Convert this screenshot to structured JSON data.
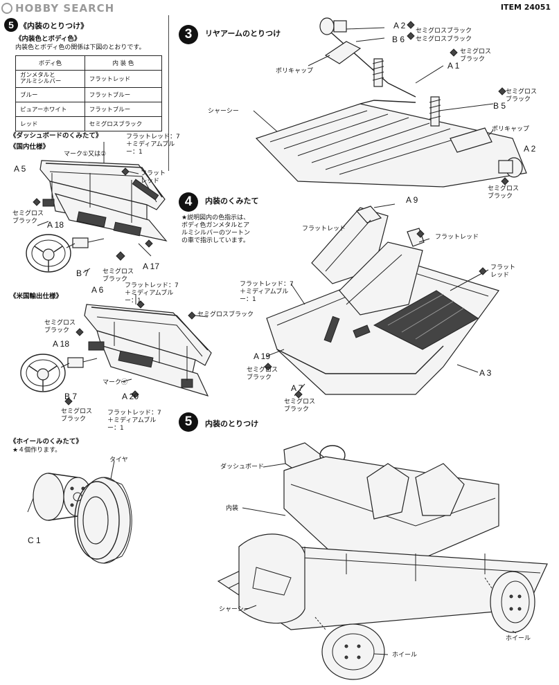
{
  "header": {
    "watermark": "HOBBY SEARCH",
    "item": "ITEM 24051"
  },
  "step5a": {
    "number": "5",
    "title": "《内装のとりつけ》",
    "color_heading": "《内装色とボディ色》",
    "color_note": "内装色とボディ色の関係は下図のとおりです。",
    "table": {
      "headers": [
        "ボディ色",
        "内 装 色"
      ],
      "rows": [
        [
          "ガンメタルと\nアルミシルバー",
          "フラットレッド"
        ],
        [
          "ブルー",
          "フラットブルー"
        ],
        [
          "ピュアーホワイト",
          "フラットブルー"
        ],
        [
          "レッド",
          "セミグロスブラック"
        ]
      ]
    }
  },
  "dash": {
    "heading": "《ダッシュボードのくみたて》",
    "domestic": "《国内仕様》",
    "us": "《米国輸出仕様》",
    "mark12": "マーク①又は②",
    "markA": "マークⓐ",
    "flat_red_mix": "フラットレッド：7\n＋ミディアムブル\nー：1",
    "flat_red_mix2": "フラットレッド：7\n＋ミディアムブル\nー：1",
    "flat_red_mix3": "フラットレッド：7\n＋ミディアムブル\nー：1",
    "flat_red": "フラット\nレッド",
    "semigloss": "セミグロス\nブラック",
    "semigloss_b": "セミグロスブラック",
    "parts": {
      "a5": "A 5",
      "a18": "A 18",
      "b7": "B 7",
      "a17": "A 17",
      "a6": "A 6",
      "a18b": "A 18",
      "b7b": "B 7",
      "a20": "A 20"
    }
  },
  "wheel": {
    "heading": "《ホイールのくみたて》",
    "note": "★４個作ります。",
    "tire": "タイヤ",
    "c1": "C 1"
  },
  "step3": {
    "number": "3",
    "title": "リヤアームのとりつけ",
    "poly_cap": "ポリキャップ",
    "poly_cap2": "ポリキャップ",
    "chassis": "シャーシー",
    "a2": "A 2",
    "b6": "B 6",
    "a1": "A 1",
    "b5": "B 5",
    "a2b": "A 2",
    "sg": "セミグロスブラック",
    "sg2": "セミグロスブラック",
    "sg3": "セミグロス\nブラック",
    "sg4": "セミグロス\nブラック",
    "sg5": "セミグロス\nブラック"
  },
  "step4": {
    "number": "4",
    "title": "内装のくみたて",
    "note": "★説明図内の色指示は、\nボディ色ガンメタルとア\nルミシルバーのツートン\nの車で指示しています。",
    "a9": "A 9",
    "a19": "A 19",
    "a7": "A 7",
    "a3": "A 3",
    "flat_red": "フラットレッド",
    "flat_red2": "フラットレッド",
    "flat_red3": "フラット\nレッド",
    "mix": "フラットレッド：7\n＋ミディアムブル\nー：1",
    "sg": "セミグロス\nブラック",
    "sg2": "セミグロス\nブラック"
  },
  "step5b": {
    "number": "5",
    "title": "内装のとりつけ",
    "dashboard": "ダッシュボード",
    "interior": "内装",
    "chassis": "シャーシー",
    "wheel": "ホイール",
    "wheel2": "ホイール"
  }
}
